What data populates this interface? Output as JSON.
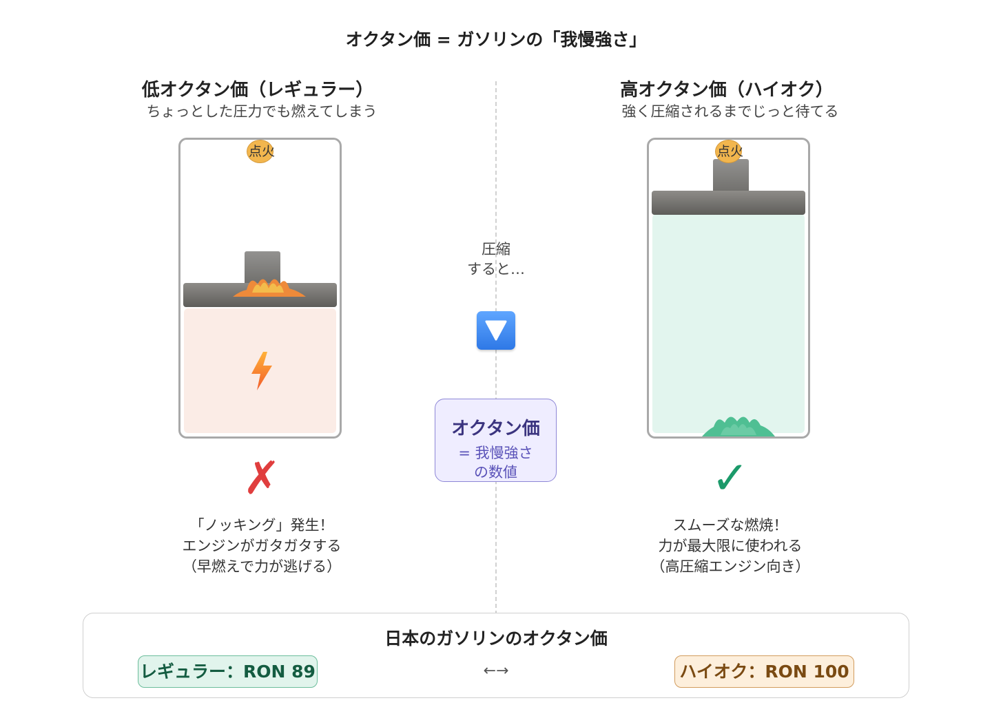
{
  "title": "オクタン価 = ガソリンの「我慢強さ」",
  "left": {
    "title": "低オクタン価（レギュラー）",
    "subtitle": "ちょっとした圧力でも燃えてしまう",
    "spark_label": "点火",
    "mark": "✗",
    "result": [
      "「ノッキング」発生！",
      "エンジンがガタガタする",
      "（早燃えで力が逃げる）"
    ],
    "chamber_color": "#fbece6",
    "flame_color": "#ee8a3a"
  },
  "center": {
    "compress_lines": [
      "圧縮",
      "すると…"
    ],
    "box_title": "オクタン価",
    "box_lines": [
      "= 我慢強さ",
      "の数値"
    ]
  },
  "right": {
    "title": "高オクタン価（ハイオク）",
    "subtitle": "強く圧縮されるまでじっと待てる",
    "spark_label": "点火",
    "mark": "✓",
    "result": [
      "スムーズな燃焼！",
      "力が最大限に使われる",
      "（高圧縮エンジン向き）"
    ],
    "chamber_color": "#e2f5ee",
    "flame_color": "#4fbf93"
  },
  "bottom": {
    "title": "日本のガソリンのオクタン価",
    "regular": "レギュラー：RON 89",
    "arrows": "←→",
    "premium": "ハイオク：RON 100"
  }
}
